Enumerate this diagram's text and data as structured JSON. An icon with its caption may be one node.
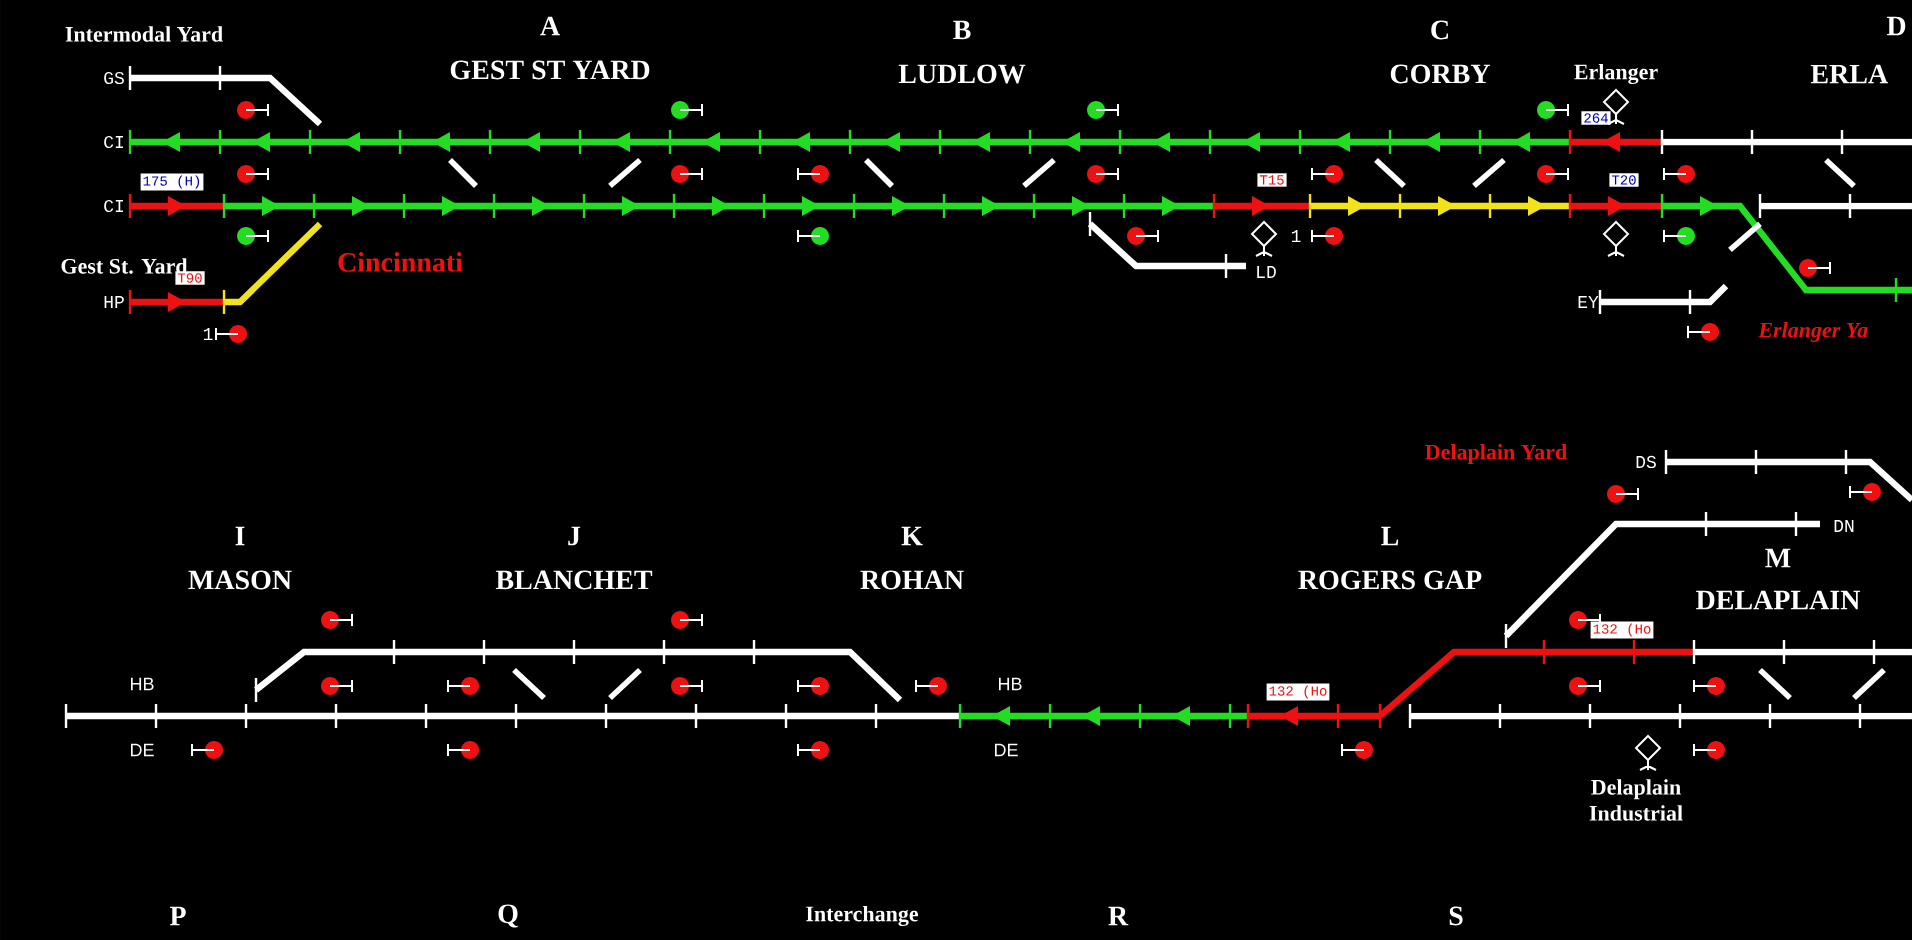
{
  "diagram": {
    "labels": [
      "Intermodal Yard",
      "A",
      "GEST ST YARD",
      "B",
      "LUDLOW",
      "C",
      "CORBY",
      "Erlanger",
      "D",
      "ERLA",
      "GS",
      "CI",
      "175 (H)",
      "CI",
      "Gest St. Yard",
      "T90",
      "Cincinnati",
      "HP",
      "1",
      "264",
      "T15",
      "T20",
      "1",
      "LD",
      "EY",
      "Erlanger Ya",
      "Delaplain Yard",
      "DS",
      "I",
      "MASON",
      "J",
      "BLANCHET",
      "K",
      "ROHAN",
      "L",
      "ROGERS GAP",
      "DN",
      "M",
      "DELAPLAIN",
      "132 (Ho",
      "HB",
      "HB",
      "132 (Ho",
      "DE",
      "DE",
      "Delaplain Industrial",
      "P",
      "Q",
      "Interchange",
      "R",
      "S"
    ]
  }
}
